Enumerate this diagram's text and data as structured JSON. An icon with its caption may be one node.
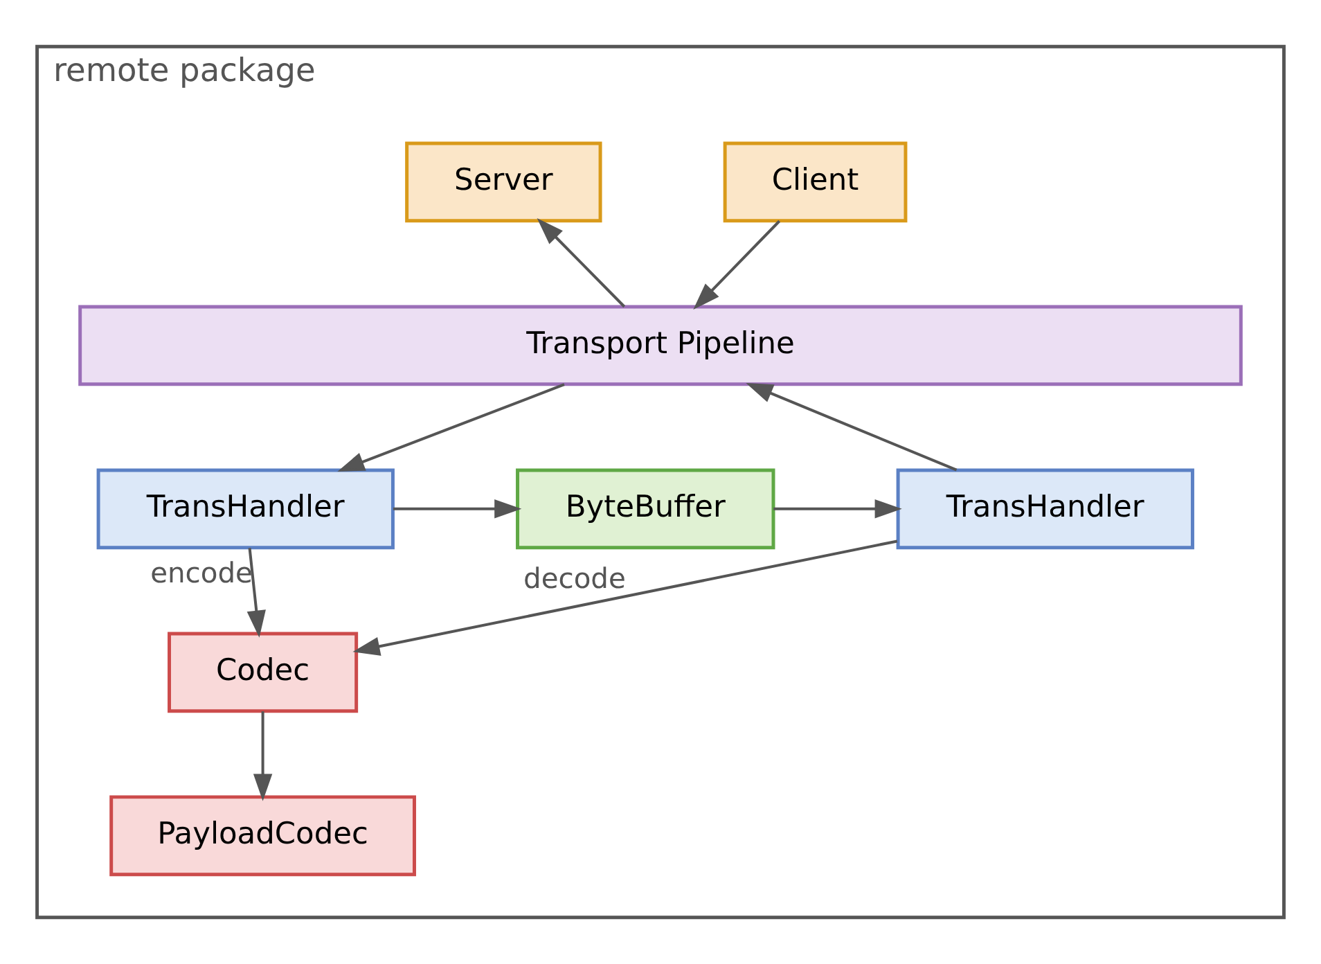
{
  "diagram": {
    "nodes": [
      {
        "text": [
          "remote package"
        ]
      },
      {
        "text": [
          "Client"
        ],
        "in": 0
      },
      {
        "text": [
          "Server"
        ],
        "in": 0
      },
      {
        "text": [
          "Transport Pipeline"
        ],
        "in": 0
      },
      {
        "text": [
          "TransHandler"
        ],
        "in": 0
      },
      {
        "text": [
          "ByteBuffer"
        ],
        "in": 0
      },
      {
        "text": [
          "TransHandler"
        ],
        "in": 0
      },
      {
        "text": [
          "Codec"
        ],
        "in": 0
      },
      {
        "text": [
          "PayloadCodec"
        ],
        "in": 0
      }
    ],
    "edges": [
      {
        "from": 1,
        "to": 3,
        "arrow": "to"
      },
      {
        "from": 3,
        "to": 2,
        "arrow": "to"
      },
      {
        "from": 3,
        "to": 4,
        "arrow": "to"
      },
      {
        "from": 4,
        "to": 5,
        "arrow": "to"
      },
      {
        "from": 5,
        "to": 6,
        "arrow": "to"
      },
      {
        "from": 6,
        "to": 3,
        "arrow": "to"
      },
      {
        "from": 4,
        "to": 7,
        "label": "encode",
        "arrow": "to"
      },
      {
        "from": 6,
        "to": 7,
        "label": "decode",
        "arrow": "to"
      },
      {
        "from": 7,
        "to": 8,
        "arrow": "to"
      }
    ]
  }
}
